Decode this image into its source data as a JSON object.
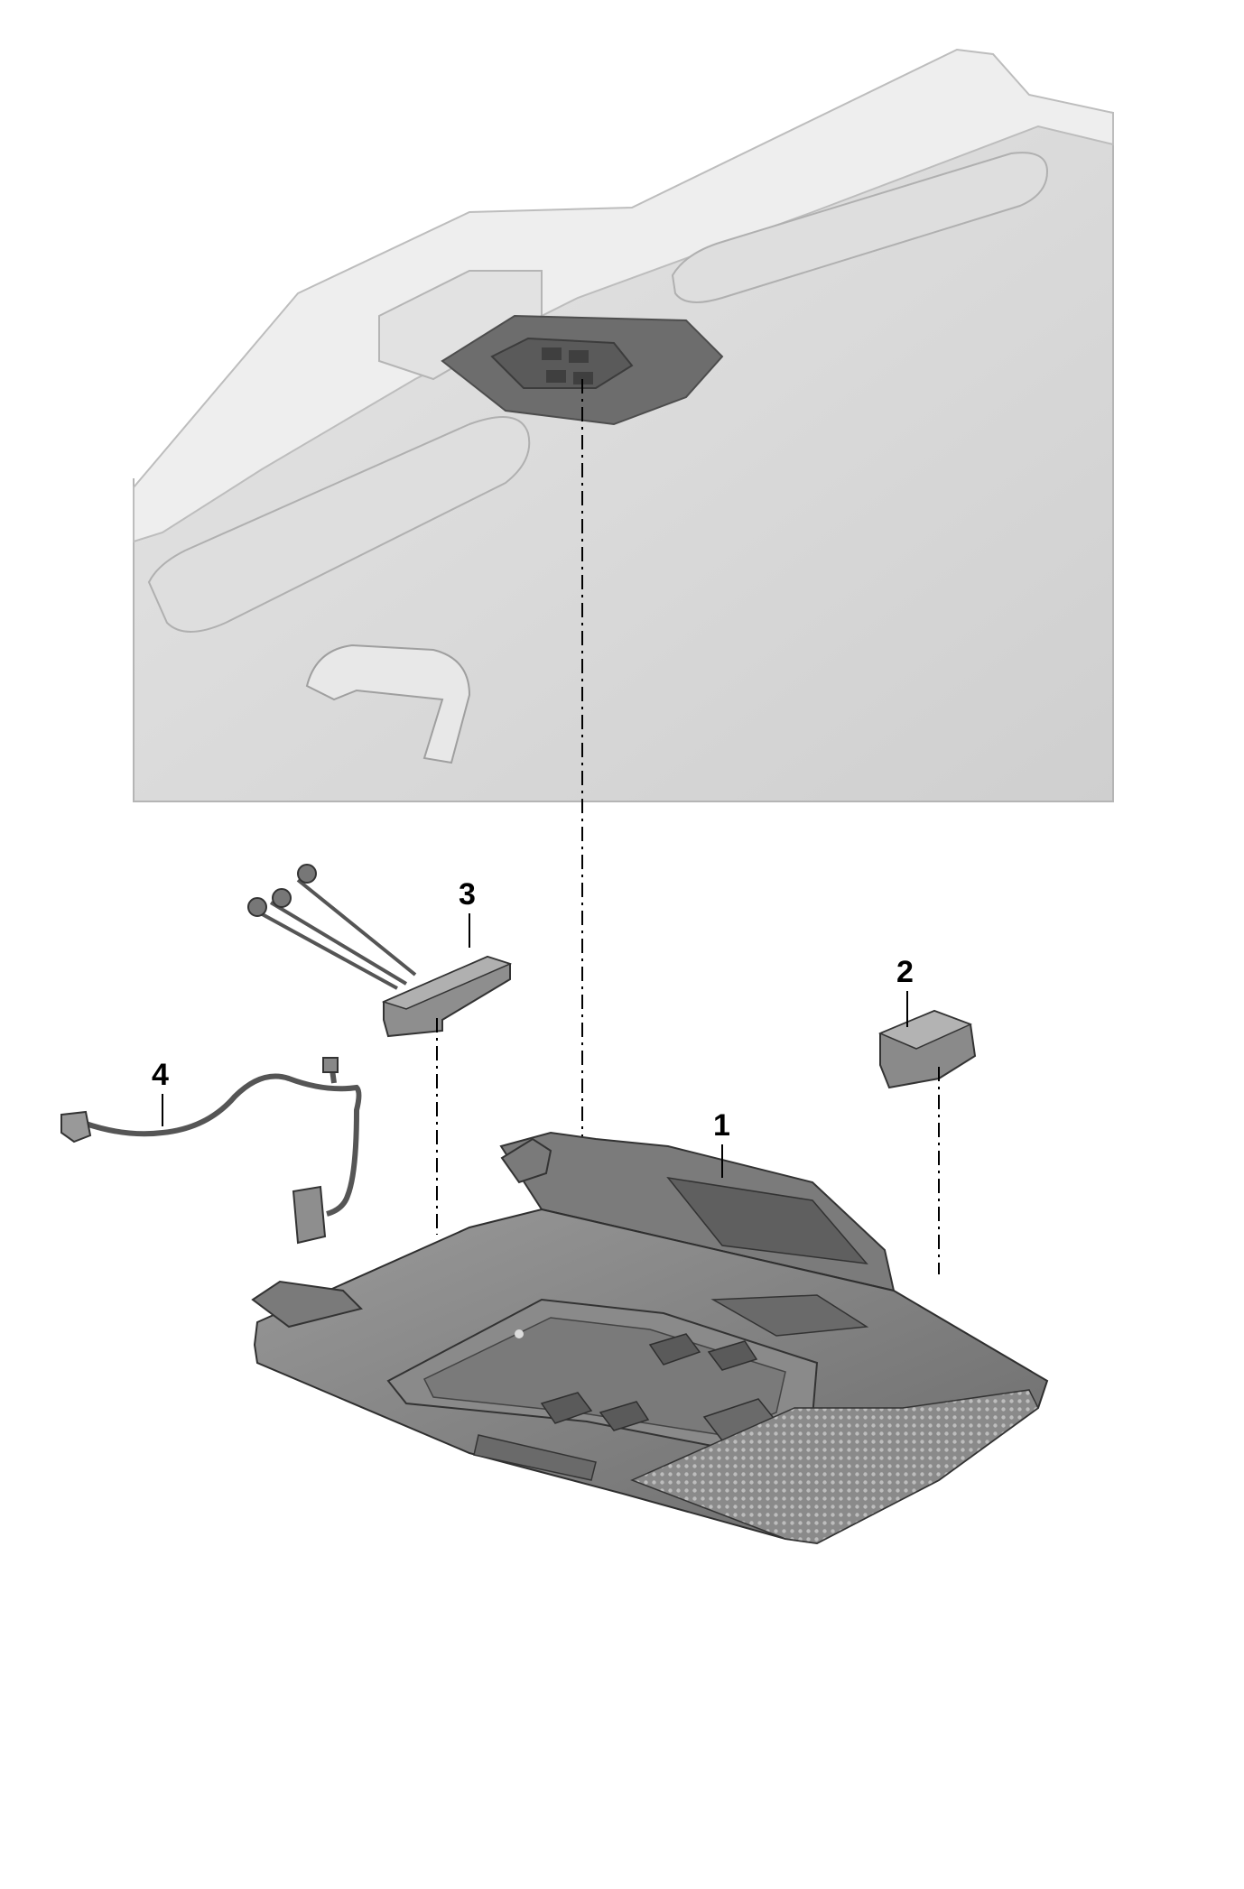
{
  "callouts": {
    "part_1": "1",
    "part_2": "2",
    "part_3": "3",
    "part_4": "4"
  },
  "colors": {
    "headliner": "#d9d9d9",
    "headliner_edge": "#bdbdbd",
    "console_dark": "#6e6e6e",
    "console_mid": "#8c8c8c",
    "console_light": "#a6a6a6",
    "line": "#000000"
  }
}
